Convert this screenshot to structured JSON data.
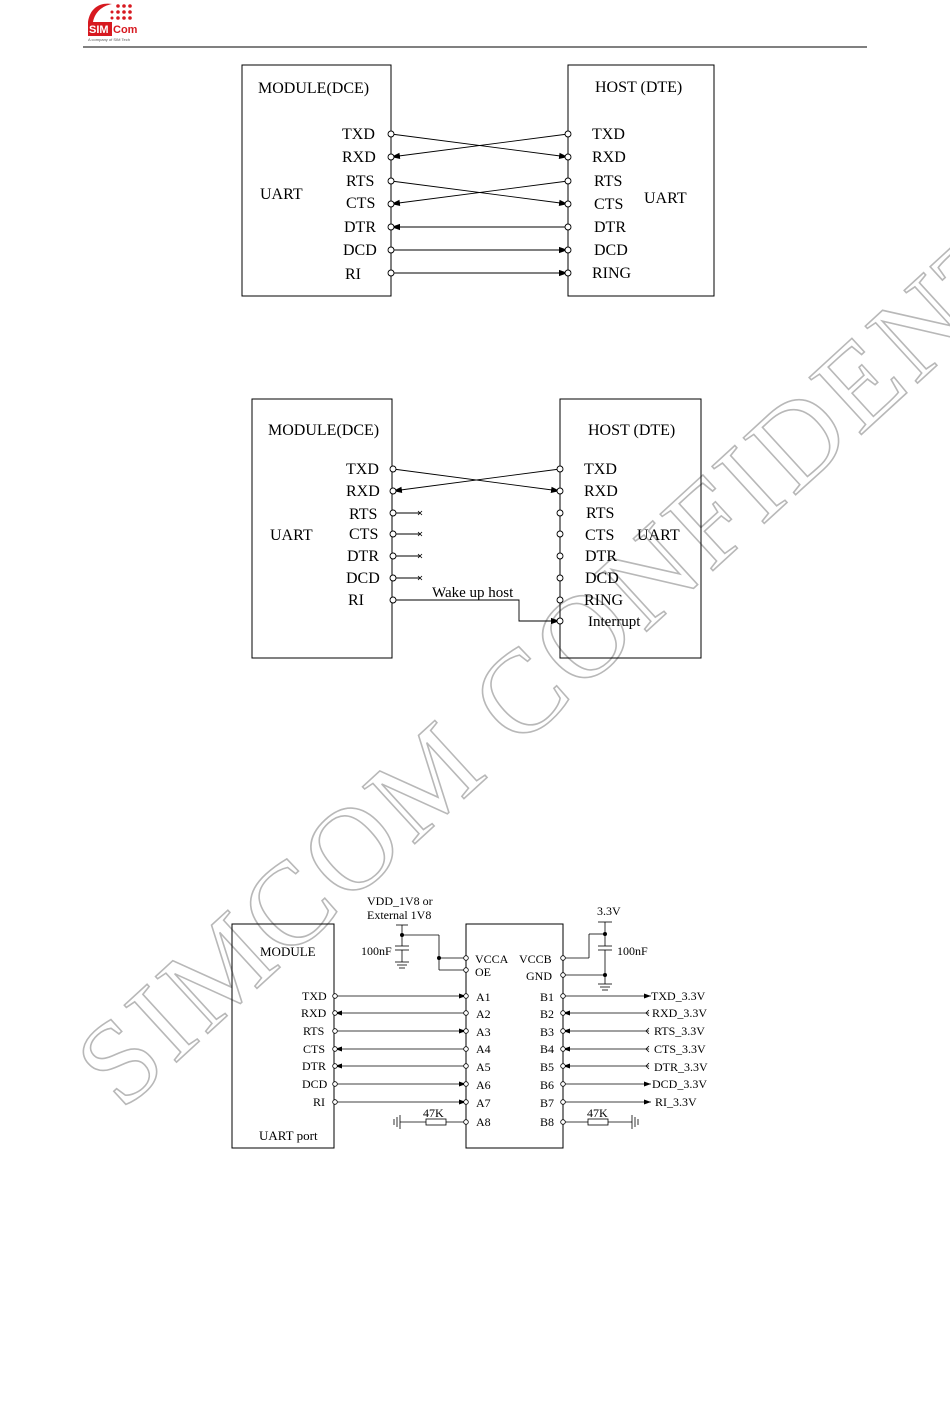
{
  "header": {
    "logo_text_a": "SIM",
    "logo_text_b": "Com",
    "logo_tagline": "A company of SIM Tech",
    "brand_color": "#d71920"
  },
  "watermark": "SIMCOM CONFIDENTIAL FILE",
  "diagram1": {
    "module_title": "MODULE(DCE)",
    "host_title": "HOST (DTE)",
    "module_uart": "UART",
    "host_uart": "UART",
    "module_pins": [
      "TXD",
      "RXD",
      "RTS",
      "CTS",
      "DTR",
      "DCD",
      "RI"
    ],
    "host_pins": [
      "TXD",
      "RXD",
      "RTS",
      "CTS",
      "DTR",
      "DCD",
      "RING"
    ]
  },
  "diagram2": {
    "module_title": "MODULE(DCE)",
    "host_title": "HOST (DTE)",
    "module_uart": "UART",
    "host_uart": "UART",
    "module_pins": [
      "TXD",
      "RXD",
      "RTS",
      "CTS",
      "DTR",
      "DCD",
      "RI"
    ],
    "host_pins": [
      "TXD",
      "RXD",
      "RTS",
      "CTS",
      "DTR",
      "DCD",
      "RING",
      "Interrupt"
    ],
    "wake_label": "Wake up host"
  },
  "diagram3": {
    "module_title": "MODULE",
    "module_footer": "UART port",
    "module_pins": [
      "TXD",
      "RXD",
      "RTS",
      "CTS",
      "DTR",
      "DCD",
      "RI"
    ],
    "chip_vcca": "VCCA",
    "chip_oe": "OE",
    "chip_vccb": "VCCB",
    "chip_gnd": "GND",
    "chip_a_pins": [
      "A1",
      "A2",
      "A3",
      "A4",
      "A5",
      "A6",
      "A7",
      "A8"
    ],
    "chip_b_pins": [
      "B1",
      "B2",
      "B3",
      "B4",
      "B5",
      "B6",
      "B7",
      "B8"
    ],
    "supply_a_line1": "VDD_1V8 or",
    "supply_a_line2": "External 1V8",
    "supply_b": "3.3V",
    "cap_a": "100nF",
    "cap_b": "100nF",
    "res_a": "47K",
    "res_b": "47K",
    "host_signals": [
      "TXD_3.3V",
      "RXD_3.3V",
      "RTS_3.3V",
      "CTS_3.3V",
      "DTR_3.3V",
      "DCD_3.3V",
      "RI_3.3V"
    ]
  }
}
